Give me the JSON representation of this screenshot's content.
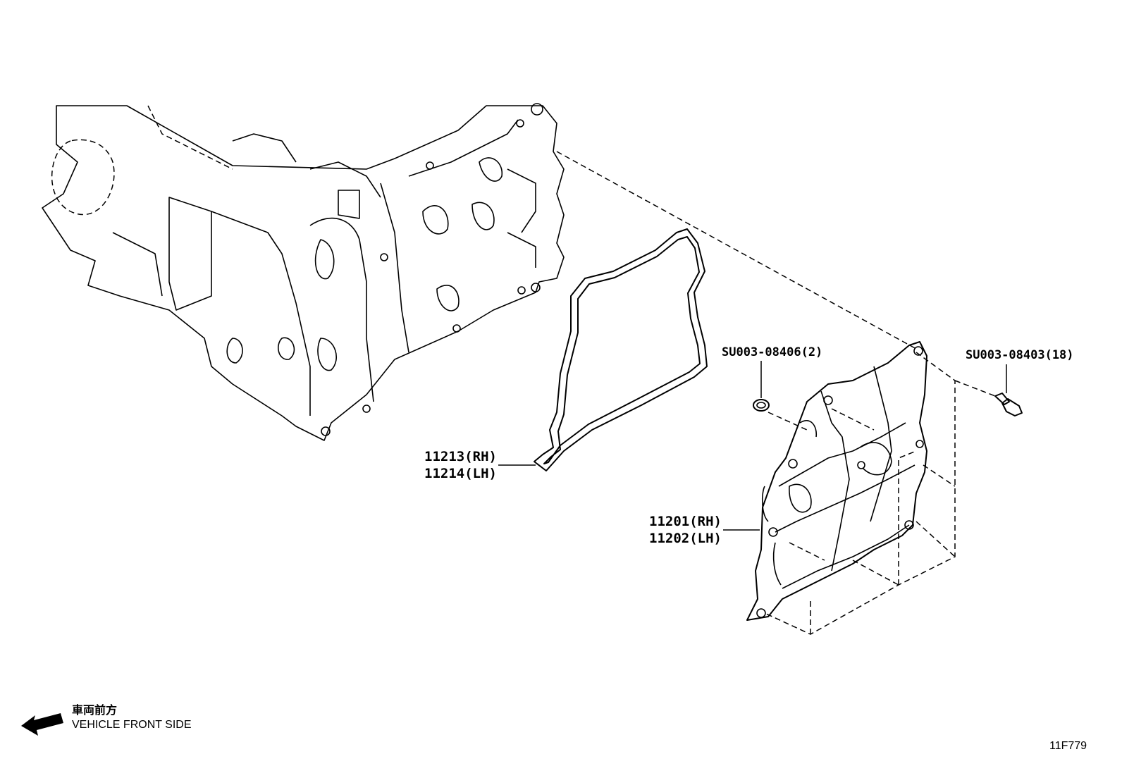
{
  "parts": [
    {
      "id": "gasket",
      "lines": [
        "11213(RH)",
        "11214(LH)"
      ]
    },
    {
      "id": "cover",
      "lines": [
        "11201(RH)",
        "11202(LH)"
      ]
    },
    {
      "id": "seal",
      "lines": [
        "SU003-08406(2)"
      ]
    },
    {
      "id": "bolt",
      "lines": [
        "SU003-08403(18)"
      ]
    }
  ],
  "orientation": {
    "japanese": "車両前方",
    "english": "VEHICLE FRONT SIDE",
    "arrow_icon": "left-arrow-icon"
  },
  "figure_id": "11F779"
}
